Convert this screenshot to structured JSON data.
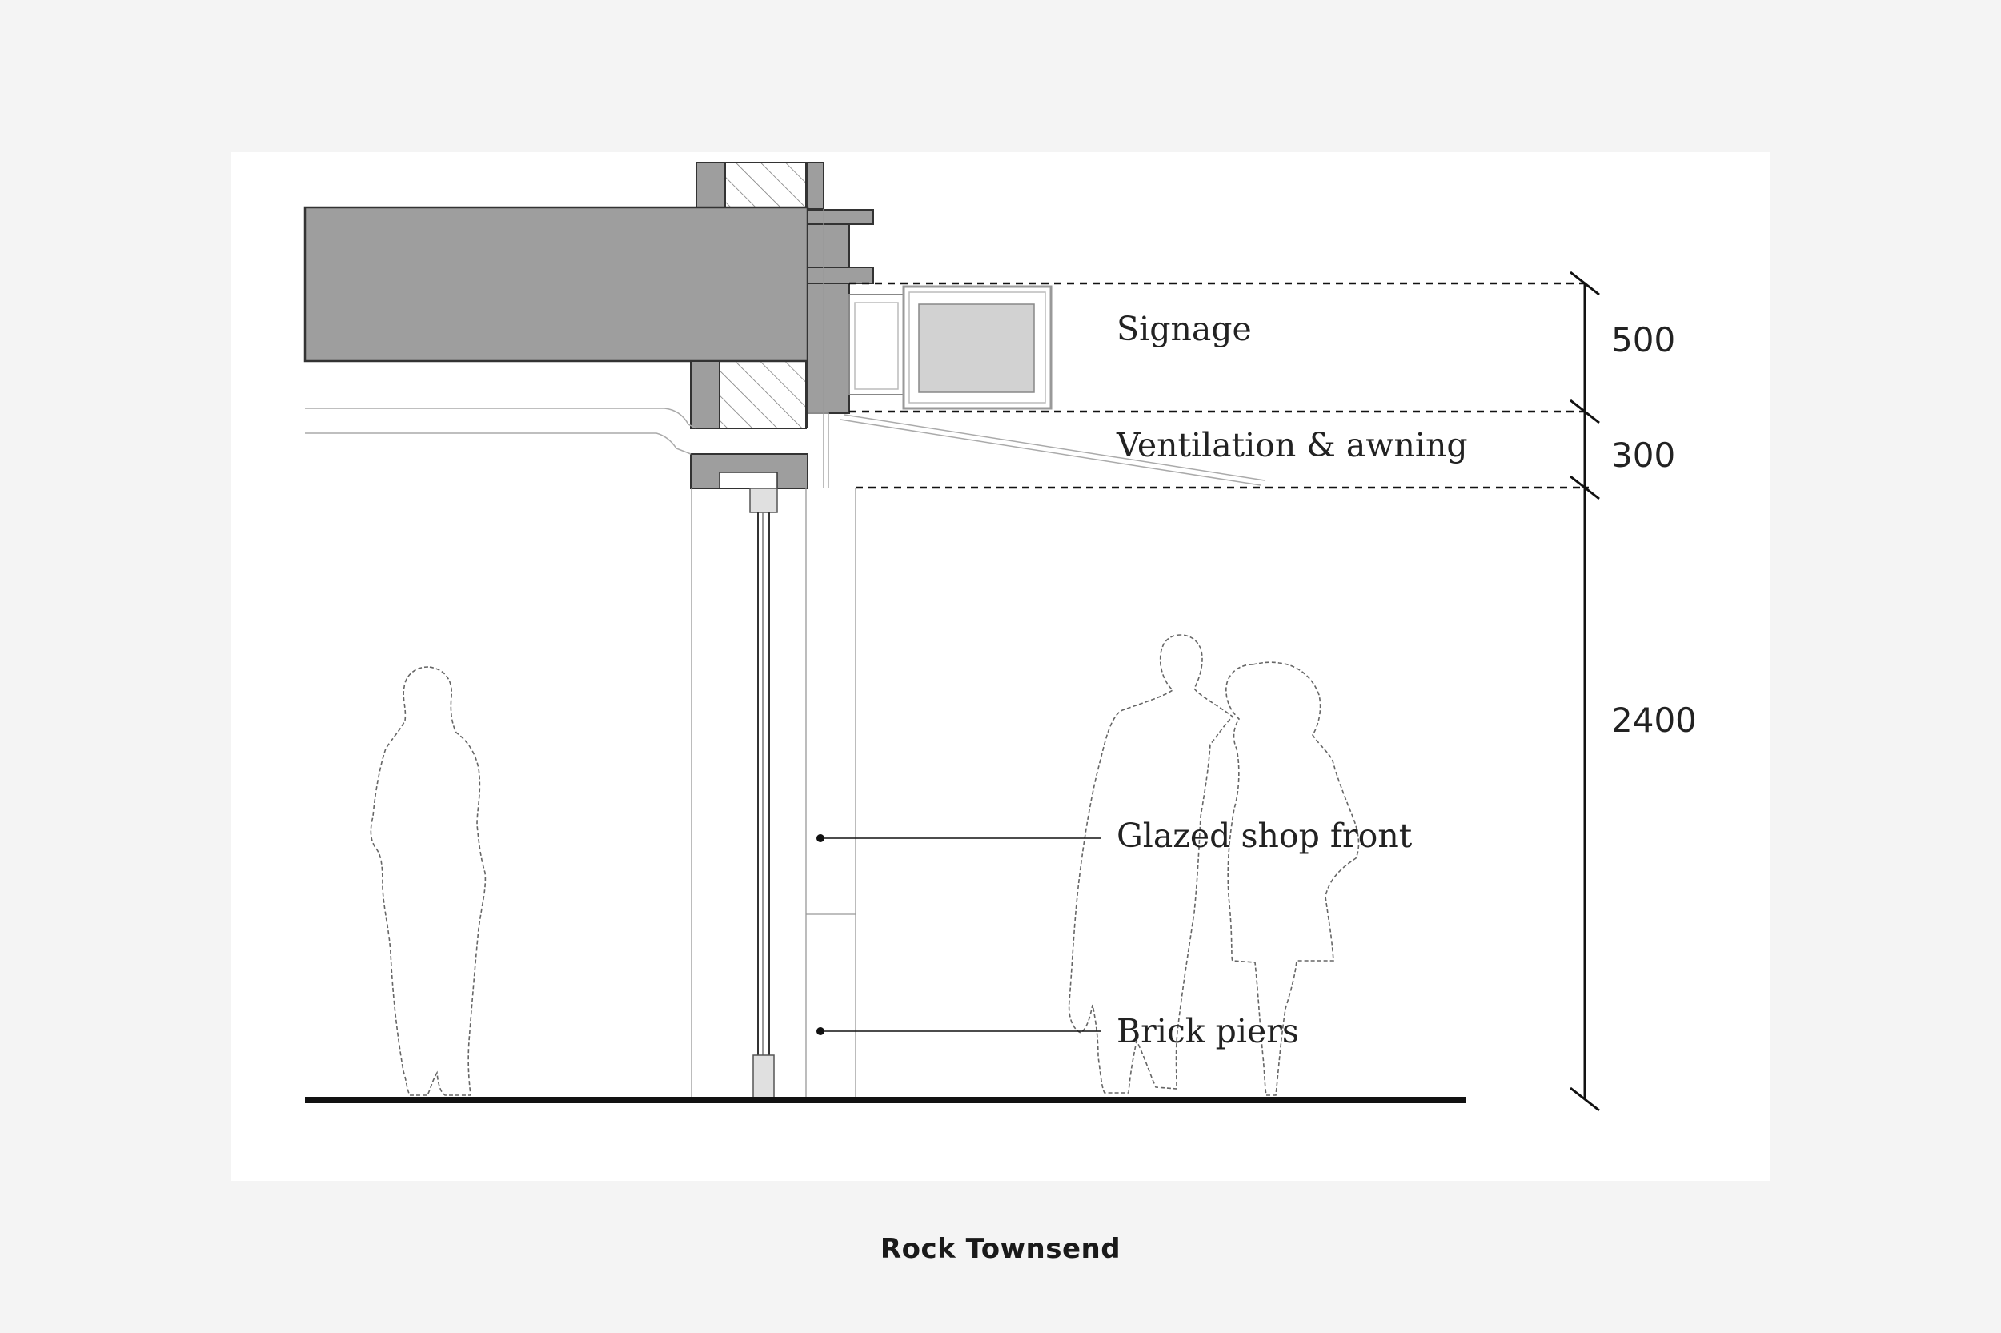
{
  "diagram": {
    "labels": {
      "signage": "Signage",
      "ventilation": "Ventilation & awning",
      "glazed_shop_front": "Glazed shop front",
      "brick_piers": "Brick piers"
    },
    "dimensions": {
      "signage_zone": "500",
      "ventilation_zone": "300",
      "shop_front_height": "2400"
    }
  },
  "credit": "Rock Townsend",
  "colors": {
    "background": "#f4f4f4",
    "panel": "#ffffff",
    "structure_fill": "#9e9e9e",
    "sign_fill": "#d2d2d2",
    "line": "#111111"
  }
}
